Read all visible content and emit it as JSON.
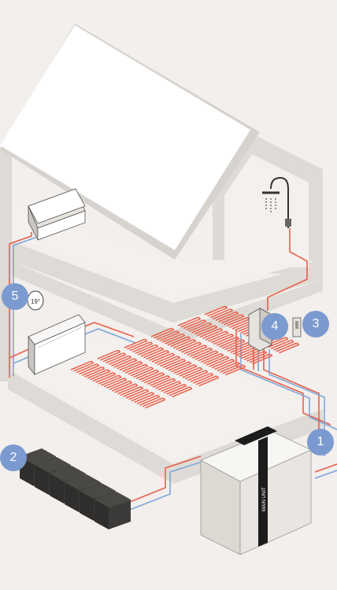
{
  "colors": {
    "background": "#f2efec",
    "wall": "#dedad5",
    "roof": "#ffffff",
    "floor": "#f3f0ed",
    "hot_pipe": "#e8604c",
    "cold_pipe": "#7fa6d8",
    "badge": "#7b9ad0",
    "battery": "#3c3b39",
    "unit": "#e6e2dd"
  },
  "thermostat": {
    "reading": "19°"
  },
  "heat_pump": {
    "brand_text": "MAIN UNIT"
  },
  "badges": [
    {
      "number": "1",
      "component_icon": "heat-pump-unit-icon"
    },
    {
      "number": "2",
      "component_icon": "battery-storage-icon"
    },
    {
      "number": "3",
      "component_icon": "wall-sensor-icon"
    },
    {
      "number": "4",
      "component_icon": "water-module-icon"
    },
    {
      "number": "5",
      "component_icon": "thermostat-icon"
    }
  ]
}
